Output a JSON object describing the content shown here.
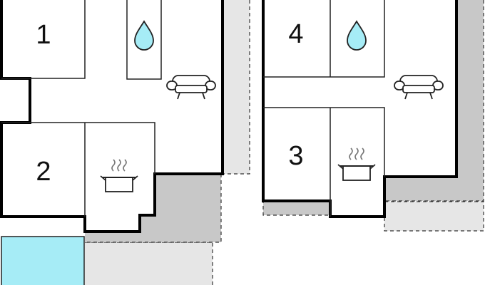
{
  "floorplan": {
    "rooms": [
      {
        "id": "room-1",
        "label": "1"
      },
      {
        "id": "room-2",
        "label": "2"
      },
      {
        "id": "room-3",
        "label": "3"
      },
      {
        "id": "room-4",
        "label": "4"
      }
    ],
    "icons": [
      {
        "name": "bathroom-water-drop-icon",
        "kind": "water-drop"
      },
      {
        "name": "living-room-sofa-icon",
        "kind": "sofa"
      },
      {
        "name": "kitchen-pot-icon",
        "kind": "cooking-pot"
      }
    ],
    "colors": {
      "wall": "#000000",
      "terrace": "#c8c8c8",
      "garden": "#e6e6e6",
      "pool": "#a6ecf6",
      "water_icon": "#a6ecf6",
      "background": "#ffffff"
    }
  }
}
